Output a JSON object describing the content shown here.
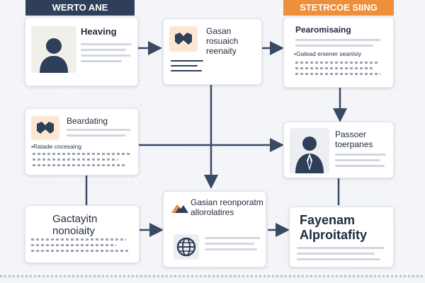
{
  "headers": {
    "left": "WERTO ANE",
    "right": "STETRCOE SIING"
  },
  "cards": {
    "heaving": {
      "title": "Heaving",
      "icon": "person-icon"
    },
    "gasan_top": {
      "title": "Gasan rosuaich reenaity",
      "icon": "handshake-icon"
    },
    "pearomisaing": {
      "title": "Pearomisaing",
      "subtitle": "Gatead ersener seanlsiy"
    },
    "beardating": {
      "title": "Beardating",
      "bullet": "Ratade cncesaing",
      "icon": "handshake-icon"
    },
    "passoer": {
      "title": "Passoer toerpanes",
      "icon": "businessman-icon"
    },
    "gactayitn": {
      "title": "Gactayitn nonoiaity"
    },
    "gasian": {
      "title": "Gasian reonporatm allorolatires",
      "icon": "globe-icon"
    },
    "fayenam": {
      "title": "Fayenam Alproitafity"
    }
  },
  "colors": {
    "navy": "#2f3f59",
    "orange": "#ee8f3c",
    "connector": "#3b4a63"
  }
}
